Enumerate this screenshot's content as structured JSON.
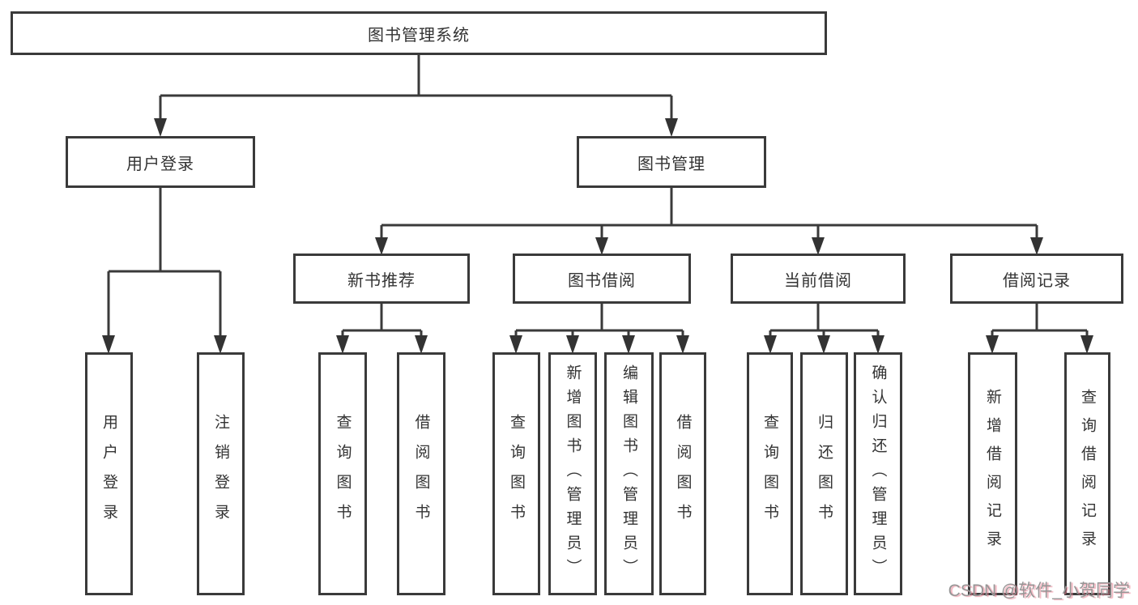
{
  "tree": {
    "label": "图书管理系统",
    "children": [
      {
        "label": "用户登录",
        "children": [
          {
            "label": "用户登录"
          },
          {
            "label": "注销登录"
          }
        ]
      },
      {
        "label": "图书管理",
        "children": [
          {
            "label": "新书推荐",
            "children": [
              {
                "label": "查询图书"
              },
              {
                "label": "借阅图书"
              }
            ]
          },
          {
            "label": "图书借阅",
            "children": [
              {
                "label": "查询图书"
              },
              {
                "label": "新增图书（管理员）"
              },
              {
                "label": "编辑图书（管理员）"
              },
              {
                "label": "借阅图书"
              }
            ]
          },
          {
            "label": "当前借阅",
            "children": [
              {
                "label": "查询图书"
              },
              {
                "label": "归还图书"
              },
              {
                "label": "确认归还（管理员）"
              }
            ]
          },
          {
            "label": "借阅记录",
            "children": [
              {
                "label": "新增借阅记录"
              },
              {
                "label": "查询借阅记录"
              }
            ]
          }
        ]
      }
    ]
  },
  "watermark": {
    "text": "CSDN @软件_小贺同学"
  },
  "colors": {
    "line": "#3a3a3a",
    "text": "#333333",
    "box_background": "#ffffff",
    "watermark_gray": "#969696",
    "watermark_pink": "#e98092"
  }
}
